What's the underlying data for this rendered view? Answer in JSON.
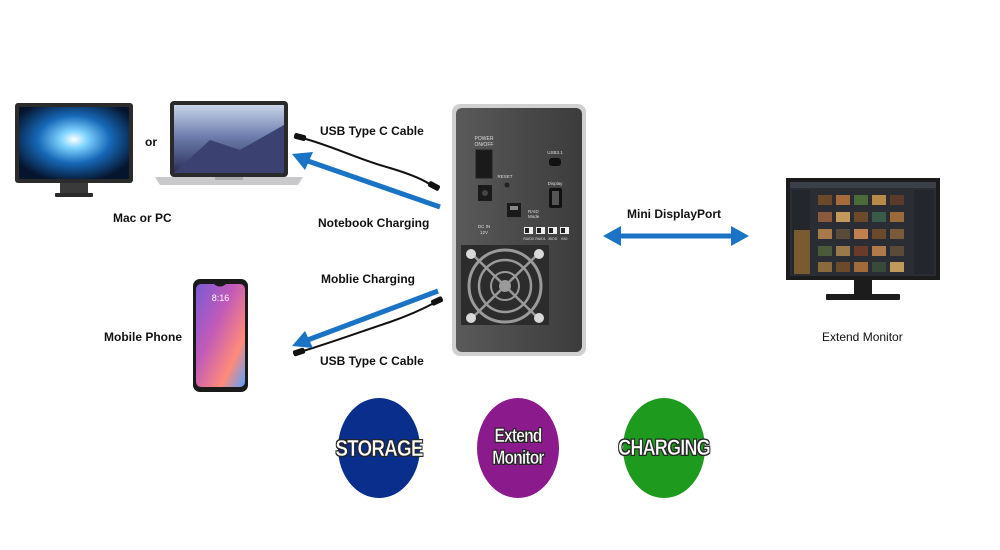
{
  "labels": {
    "or": "or",
    "mac_or_pc": "Mac or PC",
    "usb_c_top": "USB Type C Cable",
    "notebook_charging": "Notebook Charging",
    "mobile_charging": "Moblie Charging",
    "usb_c_bottom": "USB Type C Cable",
    "mobile_phone": "Mobile Phone",
    "mini_dp": "Mini DisplayPort",
    "extend_monitor": "Extend Monitor"
  },
  "device_panel": {
    "power": "POWER\nON/OFF",
    "reset": "RESET",
    "dc_in": "DC IN\n12V",
    "usb": "USB3.1",
    "display": "Display",
    "raid_mode": "RAID\nMode",
    "raid_options": [
      "RAID0",
      "RAID1",
      "JBOD",
      "BIG"
    ]
  },
  "phone": {
    "time": "8:16"
  },
  "badges": [
    {
      "text": "STORAGE",
      "color": "#0a2e8c"
    },
    {
      "text": "Extend Monitor",
      "color": "#8b1a8c"
    },
    {
      "text": "CHARGING",
      "color": "#1e9a1e"
    }
  ],
  "colors": {
    "arrow": "#1a73c4",
    "panel": "#4a4a4a"
  }
}
